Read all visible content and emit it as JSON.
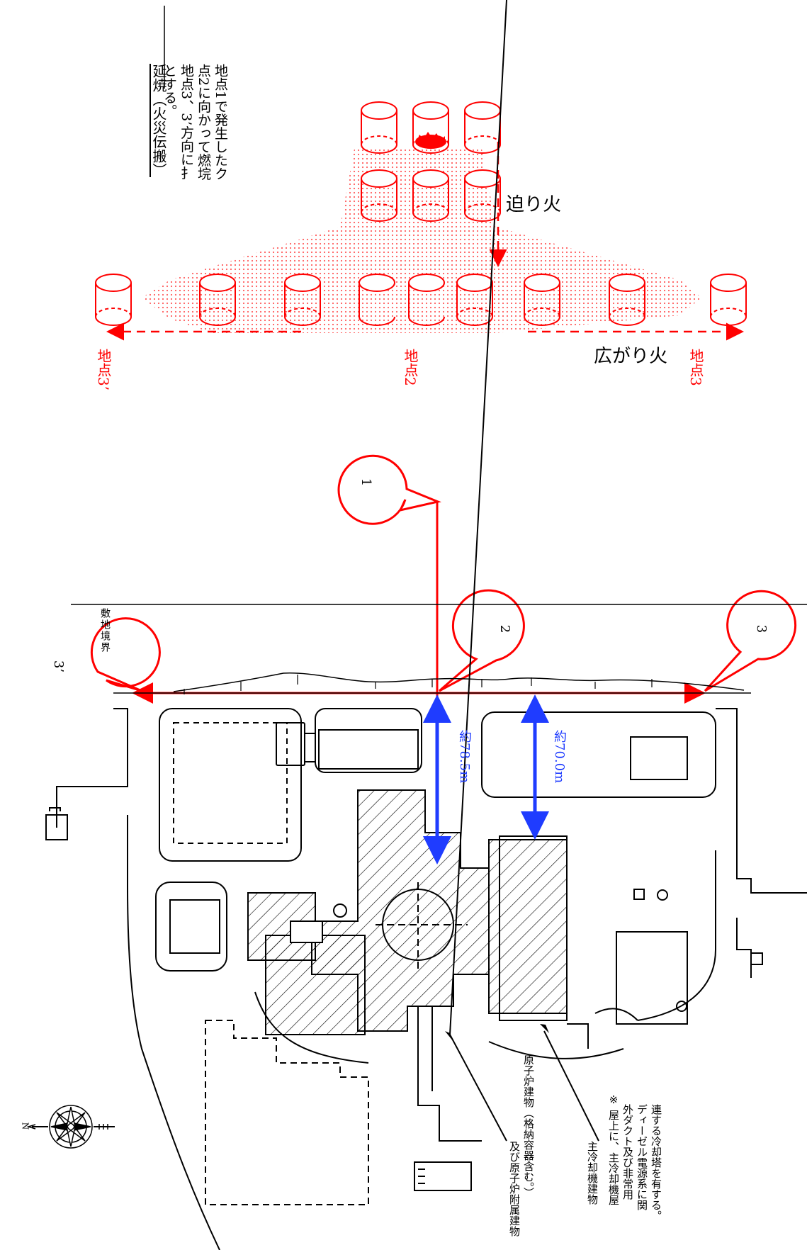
{
  "legend": {
    "title": "延焼（火災伝搬）",
    "lines": [
      "地点1で発生したク",
      "点2に向かって燃垸",
      "地点3、3’方向に扌",
      "とする。"
    ],
    "approach_fire": "迫り火",
    "spread_fire": "広がり火",
    "point_2_label": "地点2",
    "point_3_label": "地点3",
    "point_3p_label": "地点3’"
  },
  "markers": {
    "m1": "1",
    "m2": "2",
    "m3": "3",
    "m3p": "3’"
  },
  "map": {
    "boundary_label": "敷地境界",
    "dist_a": "約78.5m",
    "dist_b": "約70.0m",
    "north": "N",
    "reactor_label": [
      "原子炉建物（格納容器含む。）",
      "及び原子炉附属建物"
    ],
    "cooling_label": [
      "主冷却機建物",
      "※ 屋上に、主冷却機屋",
      "　外ダクト及び非常用",
      "　ディーゼル電源系に関",
      "　連する冷却塔を有する。"
    ]
  },
  "colors": {
    "fire": "#ff0000",
    "distance": "#1f3cff",
    "line": "#000000"
  }
}
